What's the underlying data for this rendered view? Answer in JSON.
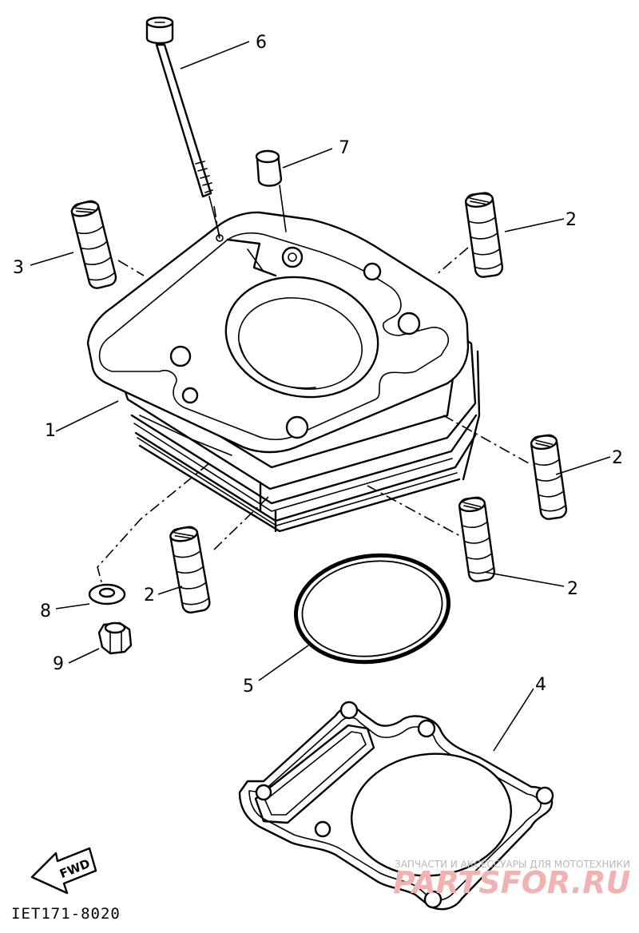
{
  "callouts": {
    "c1": "1",
    "c2a": "2",
    "c2b": "2",
    "c2c": "2",
    "c2d": "2",
    "c3": "3",
    "c4": "4",
    "c5": "5",
    "c6": "6",
    "c7": "7",
    "c8": "8",
    "c9": "9"
  },
  "forward_arrow_label": "FWD",
  "diagram_code": "IET171-8020",
  "watermark": {
    "tagline": "ЗАПЧАСТИ И АКСЕССУАРЫ ДЛЯ МОТОТЕХНИКИ",
    "brand": "PARTSFOR.RU"
  }
}
